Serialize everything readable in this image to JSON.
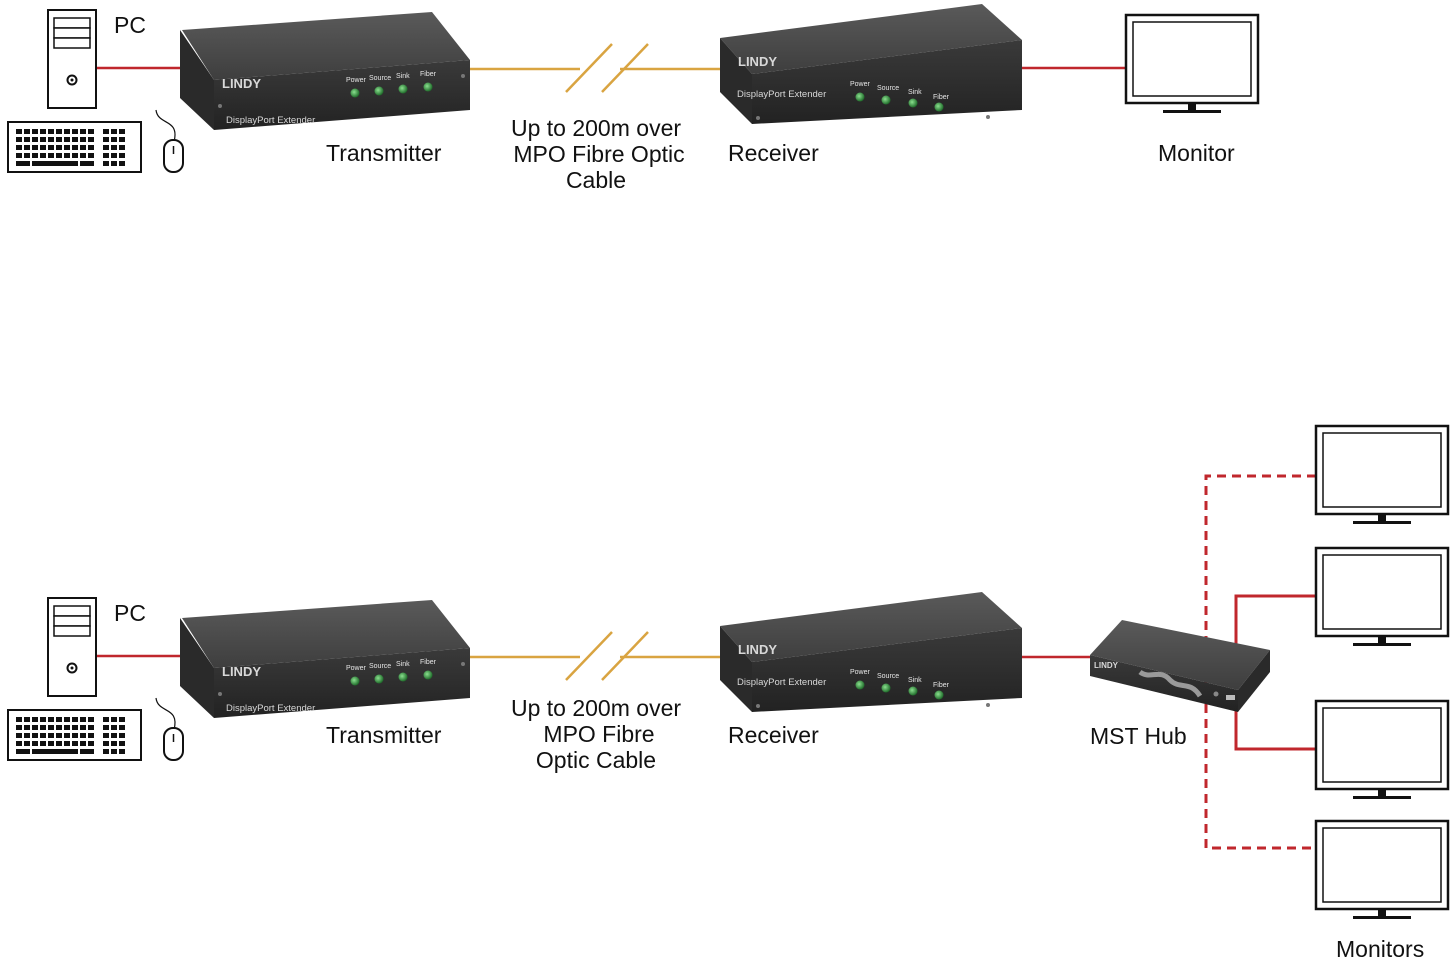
{
  "colors": {
    "video_cable": "#c0272d",
    "fibre_cable": "#d9a441",
    "device_body": "#3a3a3a",
    "led": "#2f8f3a"
  },
  "device": {
    "brand": "LINDY",
    "model": "DisplayPort Extender",
    "led_labels": [
      "Power",
      "Source",
      "Sink",
      "Fiber"
    ]
  },
  "hub": {
    "brand": "LINDY"
  },
  "diagram_top": {
    "pc_label": "PC",
    "transmitter_label": "Transmitter",
    "cable_label": [
      "Up to 200m over",
      "MPO Fibre Optic",
      "Cable"
    ],
    "receiver_label": "Receiver",
    "monitor_label": "Monitor"
  },
  "diagram_bottom": {
    "pc_label": "PC",
    "transmitter_label": "Transmitter",
    "cable_label": [
      "Up to 200m over",
      "MPO Fibre",
      "Optic Cable"
    ],
    "receiver_label": "Receiver",
    "hub_label": "MST Hub",
    "monitors_label": "Monitors"
  }
}
